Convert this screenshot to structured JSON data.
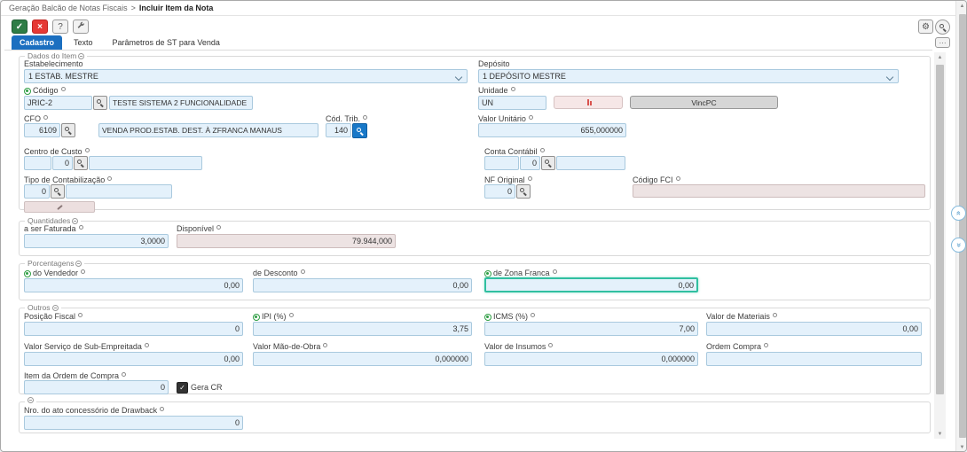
{
  "breadcrumb": {
    "parent": "Geração Balcão de Notas Fiscais",
    "separator": ">",
    "current": "Incluir Item da Nota"
  },
  "icons": {
    "check": "✓",
    "close": "×",
    "help": "?",
    "gear": "⚙",
    "more": "···",
    "up_arrow": "▲",
    "down_arrow": "▼",
    "double_chevron": "«"
  },
  "tabs": {
    "cadastro": "Cadastro",
    "texto": "Texto",
    "parametros": "Parâmetros de ST para Venda"
  },
  "dados_do_item": {
    "legend": "Dados do Item",
    "estabelecimento": {
      "label": "Estabelecimento",
      "value": "1 ESTAB. MESTRE"
    },
    "deposito": {
      "label": "Depósito",
      "value": "1 DEPÓSITO MESTRE"
    },
    "codigo": {
      "label": "Código",
      "value": "JRIC-2",
      "description": "TESTE SISTEMA 2 FUNCIONALIDADE"
    },
    "unidade": {
      "label": "Unidade",
      "value": "UN"
    },
    "vincpc_button": "VincPC",
    "cfo": {
      "label": "CFO",
      "value": "6109",
      "description": "VENDA PROD.ESTAB. DEST. À ZFRANCA MANAUS"
    },
    "cod_trib": {
      "label": "Cód. Trib.",
      "value": "140"
    },
    "valor_unitario": {
      "label": "Valor Unitário",
      "value": "655,000000"
    },
    "centro_custo": {
      "label": "Centro de Custo",
      "code": "",
      "number": "0",
      "description": ""
    },
    "conta_contabil": {
      "label": "Conta Contábil",
      "code": "",
      "number": "0",
      "description": ""
    },
    "tipo_contabilizacao": {
      "label": "Tipo de Contabilização",
      "value": "0",
      "description": ""
    },
    "nf_original": {
      "label": "NF Original",
      "value": "0"
    },
    "codigo_fci": {
      "label": "Código FCI",
      "value": ""
    }
  },
  "quantidades": {
    "legend": "Quantidades",
    "a_ser_faturada": {
      "label": "a ser Faturada",
      "value": "3,0000"
    },
    "disponivel": {
      "label": "Disponível",
      "value": "79.944,000"
    }
  },
  "porcentagens": {
    "legend": "Porcentagens",
    "do_vendedor": {
      "label": "do Vendedor",
      "value": "0,00"
    },
    "de_desconto": {
      "label": "de Desconto",
      "value": "0,00"
    },
    "de_zona_franca": {
      "label": "de Zona Franca",
      "value": "0,00"
    }
  },
  "outros": {
    "legend": "Outros",
    "posicao_fiscal": {
      "label": "Posição Fiscal",
      "value": "0"
    },
    "ipi": {
      "label": "IPI (%)",
      "value": "3,75"
    },
    "icms": {
      "label": "ICMS (%)",
      "value": "7,00"
    },
    "valor_materiais": {
      "label": "Valor de Materiais",
      "value": "0,00"
    },
    "valor_sub_empreitada": {
      "label": "Valor Serviço de Sub-Empreitada",
      "value": "0,00"
    },
    "valor_mao_de_obra": {
      "label": "Valor Mão-de-Obra",
      "value": "0,000000"
    },
    "valor_insumos": {
      "label": "Valor de Insumos",
      "value": "0,000000"
    },
    "ordem_compra": {
      "label": "Ordem Compra",
      "value": ""
    },
    "item_ordem_compra": {
      "label": "Item da Ordem de Compra",
      "value": "0"
    },
    "gera_cr": {
      "label": "Gera CR"
    }
  },
  "drawback": {
    "nro_ato": {
      "label": "Nro. do ato concessório de Drawback",
      "value": "0"
    }
  },
  "colors": {
    "accent_blue": "#1b6fc0",
    "confirm_green": "#2e7d46",
    "cancel_red": "#e53935",
    "focus_teal": "#30bfa0",
    "field_bg": "#e4f1fb",
    "disabled_bg": "#ede3e3"
  }
}
